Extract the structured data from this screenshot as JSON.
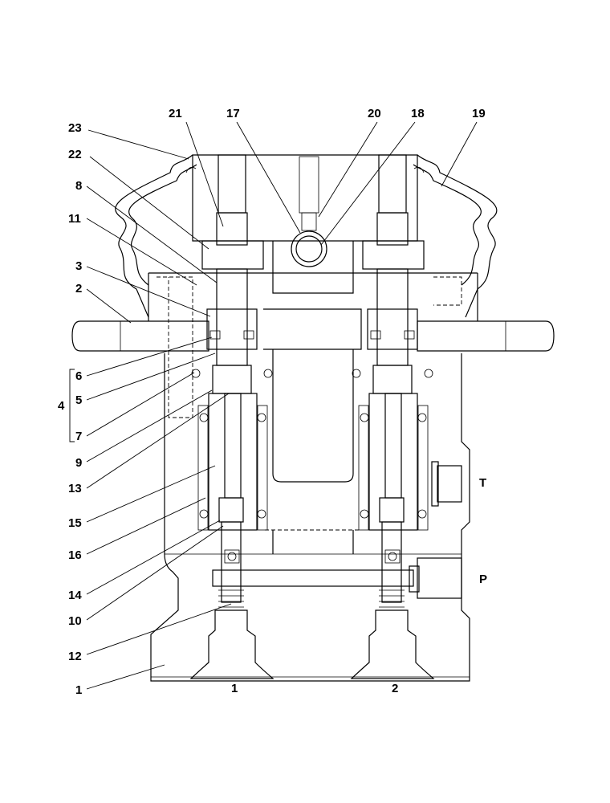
{
  "callouts": {
    "n21": "21",
    "n17": "17",
    "n20": "20",
    "n18": "18",
    "n19": "19",
    "n23": "23",
    "n22": "22",
    "n8": "8",
    "n11": "11",
    "n3": "3",
    "n2": "2",
    "n6": "6",
    "n5": "5",
    "n4": "4",
    "n7": "7",
    "n9": "9",
    "n13": "13",
    "n15": "15",
    "n16": "16",
    "n14": "14",
    "n10": "10",
    "n12": "12",
    "n1": "1"
  },
  "ports": {
    "t": "T",
    "p": "P",
    "one": "1",
    "two": "2"
  }
}
